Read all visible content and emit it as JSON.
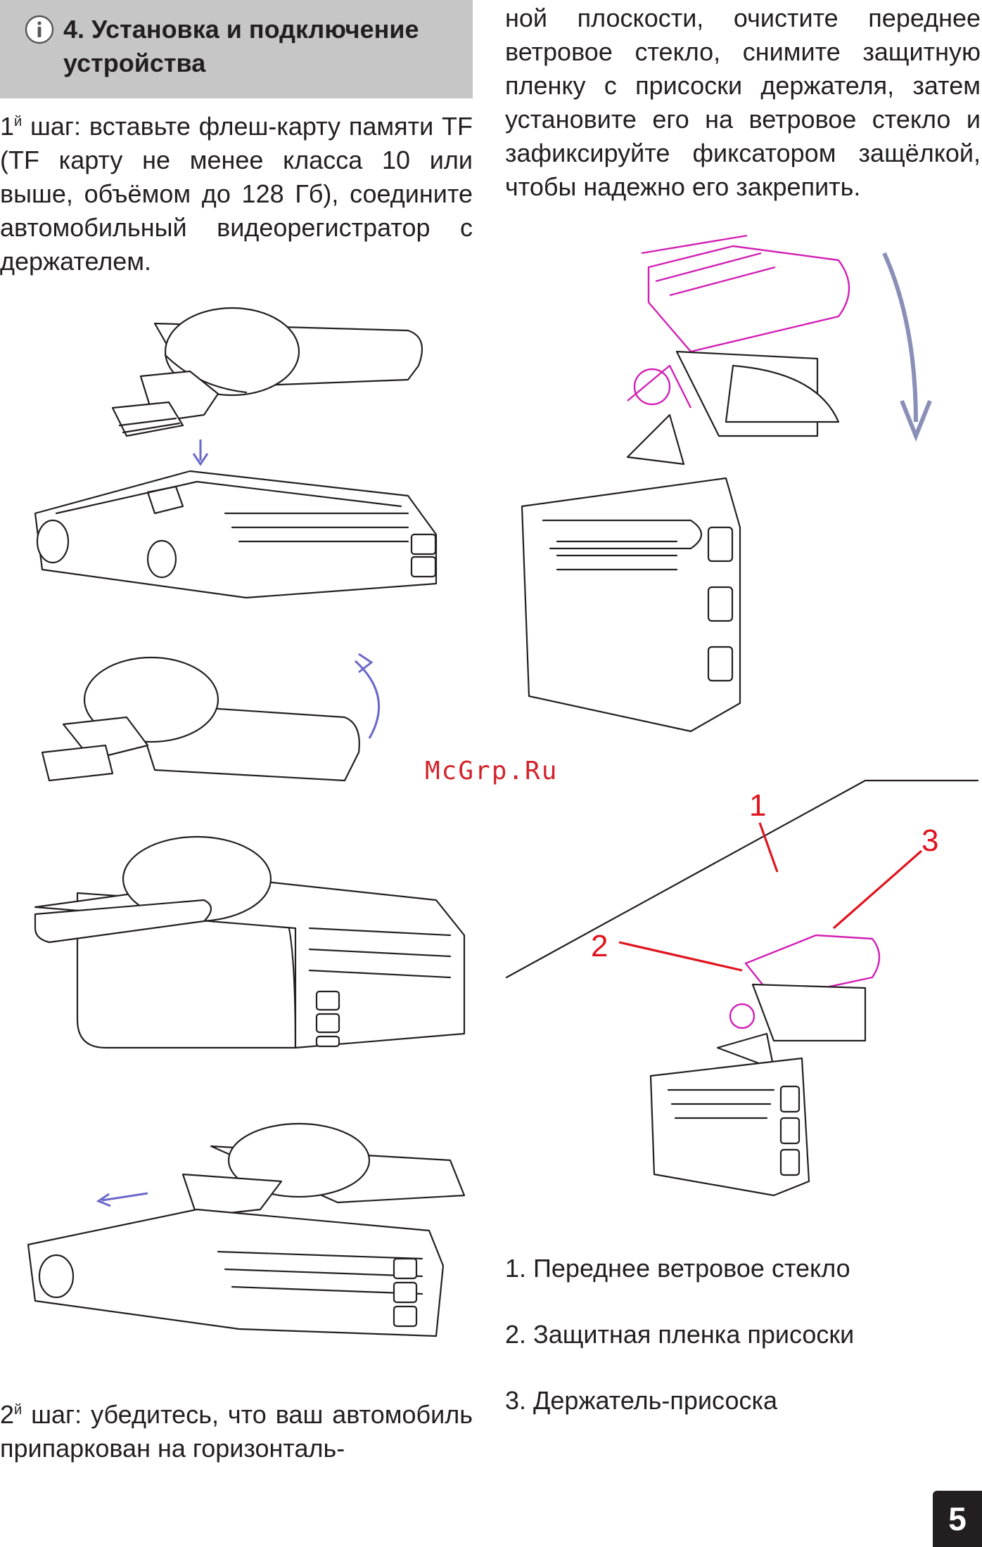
{
  "section": {
    "icon": "info-circle-icon",
    "title": "4. Установка и подключение устройства"
  },
  "step1": {
    "number": "1",
    "suffix": "й",
    "text": " шаг: вставьте флеш-карту памяти TF (TF карту не менее класса 10 или выше, объёмом до 128 Гб), соедините автомобильный видеорегистратор с держателем."
  },
  "step2": {
    "number": "2",
    "suffix": "й",
    "text": " шаг: убедитесь, что ваш автомобиль припаркован на горизонталь-"
  },
  "continuation": {
    "text": "ной плоскости, очистите переднее ветровое стекло, снимите защитную пленку с присоски держателя, затем установите его на ветровое стекло и зафиксируйте фиксатором защёлкой, чтобы надежно его закрепить."
  },
  "callouts": [
    "1",
    "2",
    "3"
  ],
  "legend": [
    "1. Переднее ветровое стекло",
    "2. Защитная пленка присоски",
    "3. Держатель-присоска"
  ],
  "watermark": "McGrp.Ru",
  "page_number": "5",
  "colors": {
    "heading_bg": "#c6c6c6",
    "highlight_magenta": "#d21fb4",
    "callout_red": "#e0141e",
    "arrow_blue": "#6b69c9"
  }
}
